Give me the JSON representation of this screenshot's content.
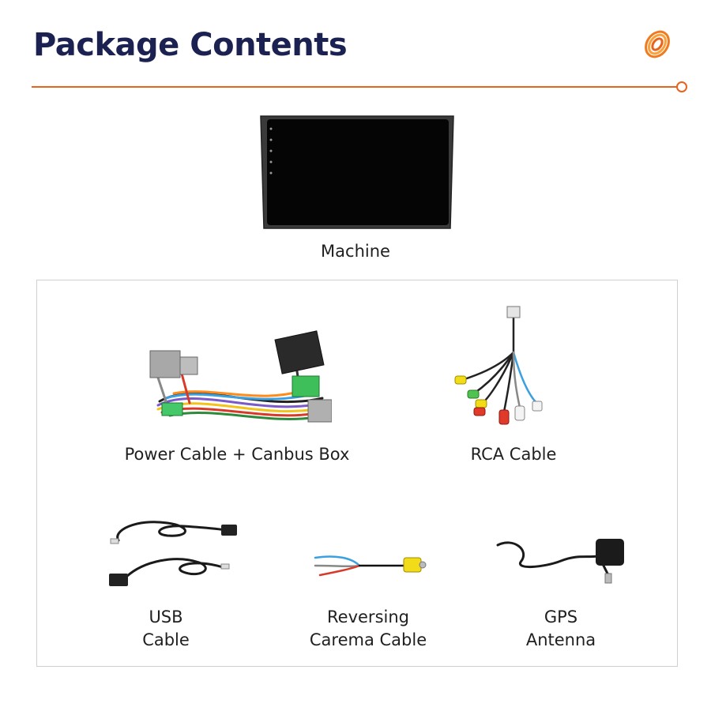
{
  "page": {
    "title": "Package Contents",
    "accent_color": "#e8641c",
    "title_color": "#1b2150"
  },
  "machine": {
    "caption": "Machine",
    "icon": "car-stereo-screen-icon"
  },
  "items": [
    {
      "caption": "Power Cable + Canbus Box",
      "icon": "wiring-harness-icon"
    },
    {
      "caption": "RCA Cable",
      "icon": "rca-cable-icon"
    },
    {
      "caption_lines": [
        "USB",
        "Cable"
      ],
      "icon": "usb-cable-icon"
    },
    {
      "caption_lines": [
        "Reversing",
        "Carema Cable"
      ],
      "icon": "reversing-camera-cable-icon"
    },
    {
      "caption_lines": [
        "GPS",
        "Antenna"
      ],
      "icon": "gps-antenna-icon"
    }
  ]
}
